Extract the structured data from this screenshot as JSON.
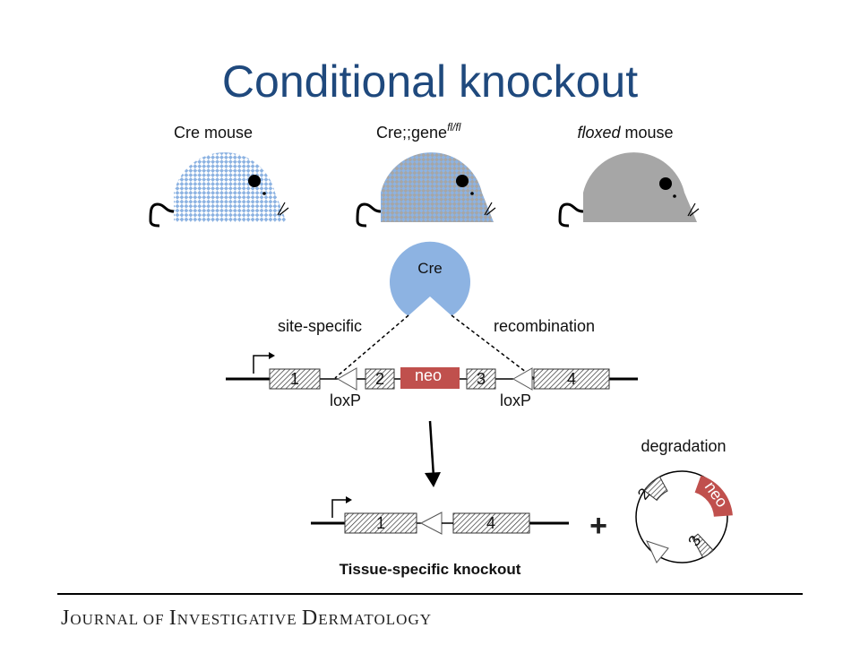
{
  "title": "Conditional knockout",
  "mice": {
    "cre_label": "Cre mouse",
    "cross_label": "Cre;;gene",
    "cross_superscript": "fl/fl",
    "floxed_label_italic": "floxed",
    "floxed_label_rest": " mouse"
  },
  "cre_enzyme": "Cre",
  "recombination": {
    "left": "site-specific",
    "right": "recombination"
  },
  "construct": {
    "exons": [
      "1",
      "2",
      "3",
      "4"
    ],
    "cassette": "neo",
    "loxp_left": "loxP",
    "loxp_right": "loxP"
  },
  "product": {
    "exons": [
      "1",
      "4"
    ],
    "caption": "Tissue-specific knockout",
    "plus": "+"
  },
  "excised": {
    "label": "degradation",
    "exon_left": "2",
    "cassette": "neo",
    "exon_bottom": "3"
  },
  "footer": {
    "journal_parts": [
      "J",
      "OURNAL OF ",
      "I",
      "NVESTIGATIVE ",
      "D",
      "ERMATOLOGY"
    ]
  },
  "colors": {
    "title": "#1f497d",
    "cre_blue": "#8db3e2",
    "neo_red": "#c0504d",
    "mouse_grey": "#a6a6a6"
  }
}
